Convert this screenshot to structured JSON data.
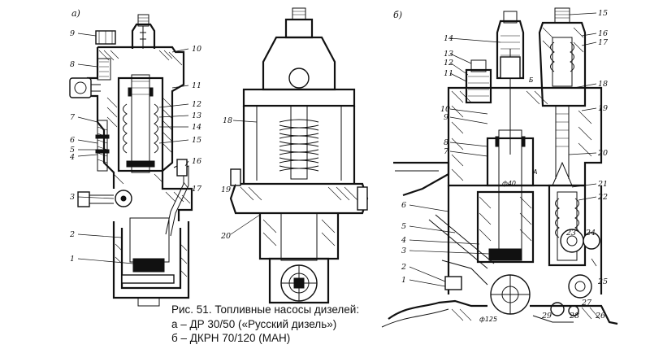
{
  "caption": {
    "line1": "Рис. 51. Топливные насосы дизелей:",
    "line2": "а – ДР 30/50 («Русский дизель»)",
    "line3": "б – ДКРН 70/120 (МАН)"
  },
  "view_a": {
    "label": "а)",
    "left_callouts": [
      "9",
      "8",
      "7",
      "6",
      "5",
      "4",
      "3",
      "2",
      "1"
    ],
    "right_callouts": [
      "10",
      "11",
      "12",
      "13",
      "14",
      "15",
      "16",
      "17"
    ]
  },
  "view_middle": {
    "callouts": [
      "18",
      "19",
      "20"
    ]
  },
  "view_b": {
    "label": "б)",
    "left_callouts": [
      "14",
      "13",
      "12",
      "11",
      "10",
      "9",
      "8",
      "7",
      "6",
      "5",
      "4",
      "3",
      "2",
      "1"
    ],
    "right_callouts": [
      "15",
      "16",
      "17",
      "18",
      "19",
      "20",
      "21",
      "22",
      "23",
      "24",
      "25",
      "26",
      "27",
      "28",
      "29"
    ],
    "annotations": {
      "section_mark": "А",
      "bore_mark": "Б",
      "plunger_dia": "ф40",
      "wheel_dia": "ф125"
    }
  }
}
